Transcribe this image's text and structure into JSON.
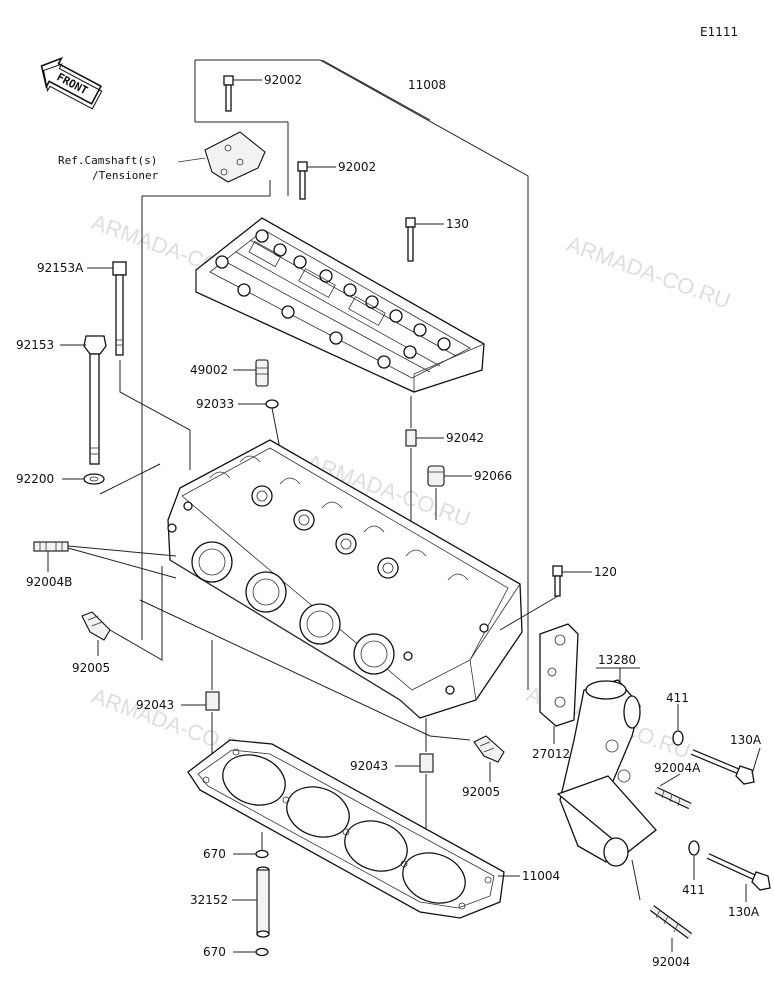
{
  "diagram_code": "E1111",
  "front_label": "FRONT",
  "reference_note": {
    "line1": "Ref.Camshaft(s)",
    "line2": "/Tensioner"
  },
  "watermark": "ARMADA-CO.RU",
  "part_numbers": {
    "p92002_top": "92002",
    "p92002_mid": "92002",
    "p11008": "11008",
    "p130": "130",
    "p92153A": "92153A",
    "p92153": "92153",
    "p49002": "49002",
    "p92033": "92033",
    "p92042": "92042",
    "p92066": "92066",
    "p92200": "92200",
    "p92004B": "92004B",
    "p120": "120",
    "p92005_left": "92005",
    "p13280": "13280",
    "p92043_left": "92043",
    "p411_top": "411",
    "p130A_top": "130A",
    "p27012": "27012",
    "p92004A": "92004A",
    "p92043_mid": "92043",
    "p92005_right": "92005",
    "p670_top": "670",
    "p11004": "11004",
    "p411_bot": "411",
    "p32152": "32152",
    "p130A_bot": "130A",
    "p670_bot": "670",
    "p92004": "92004"
  }
}
